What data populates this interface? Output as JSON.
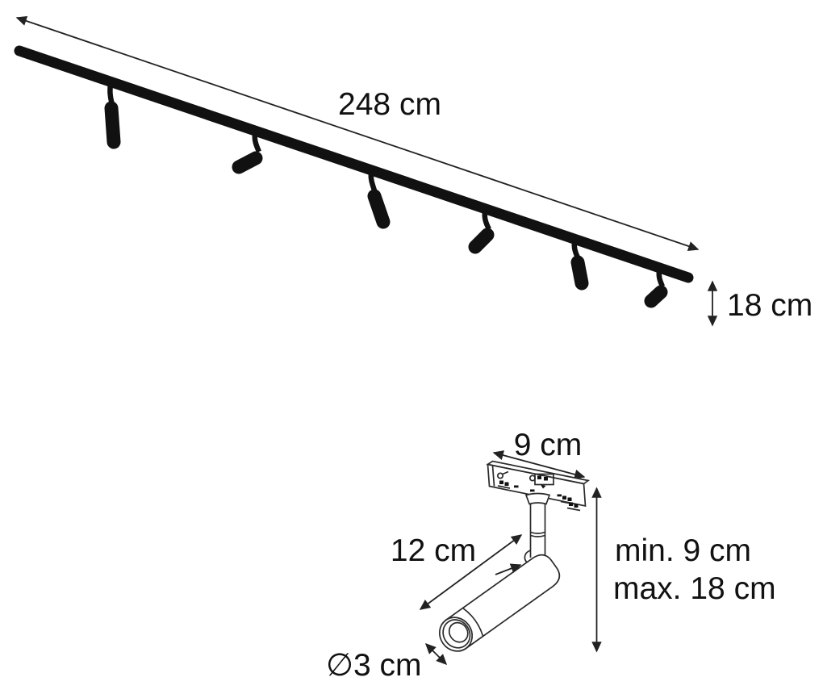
{
  "figure_type": "product-dimension-diagram",
  "colors": {
    "background": "#ffffff",
    "line_art": "#222222",
    "solid_shapes": "#111111",
    "text": "#111111"
  },
  "track_figure": {
    "description": "ceiling track rail with six adjustable spotlights",
    "spot_count": 6,
    "length_label": "248 cm",
    "drop_height_label": "18 cm"
  },
  "detail_figure": {
    "description": "single spotlight with track adapter",
    "adapter_width_label": "9 cm",
    "spot_length_label": "12 cm",
    "height_min_label": "min. 9 cm",
    "height_max_label": "max. 18 cm",
    "diameter_label": "∅3 cm"
  }
}
